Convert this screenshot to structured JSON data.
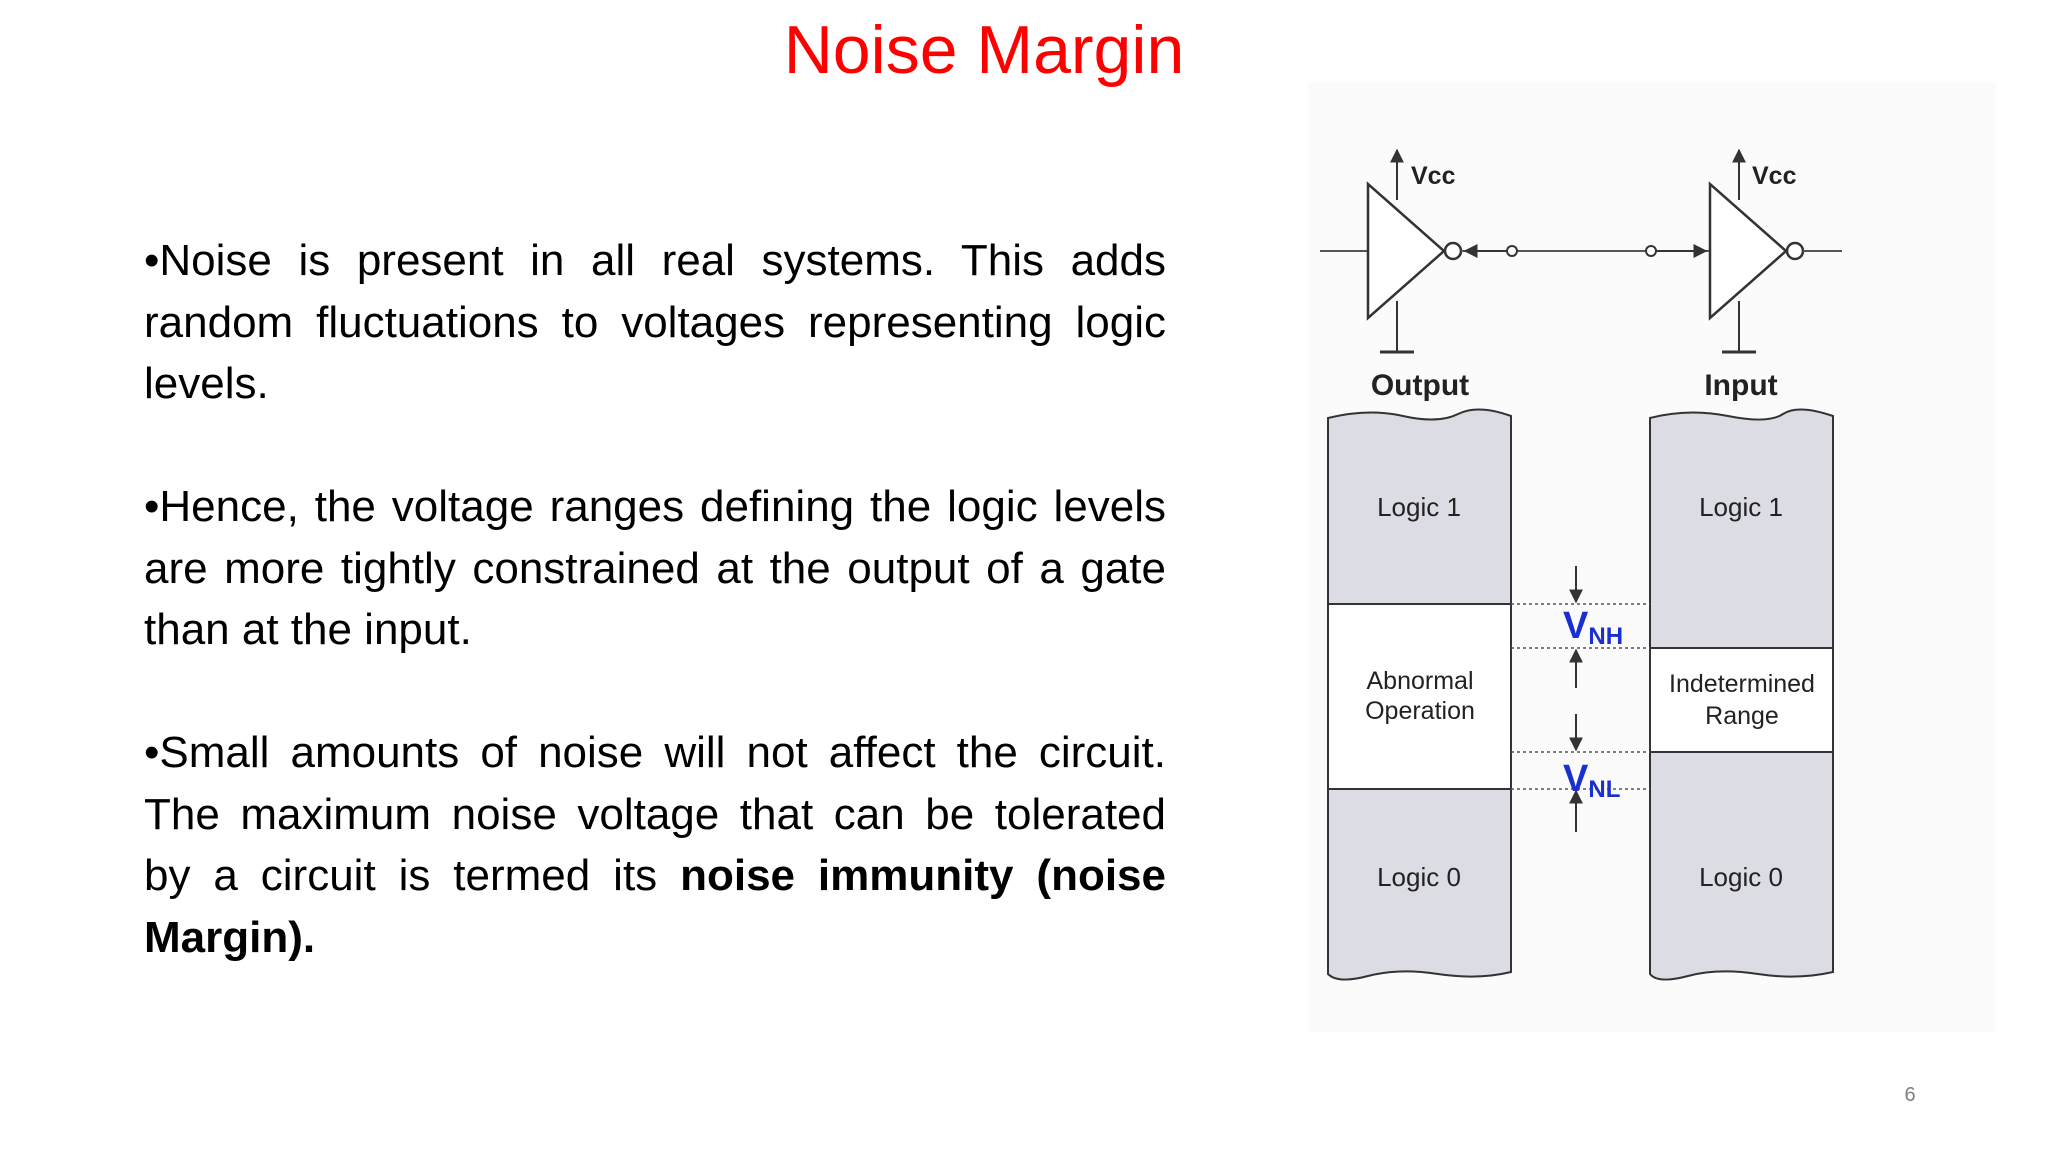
{
  "slide": {
    "title": "Noise Margin",
    "bullets": [
      {
        "text": "•Noise is present in all real systems. This adds random fluctuations to voltages representing logic levels."
      },
      {
        "text": "•Hence, the voltage ranges defining the logic levels are more tightly constrained at the output of a gate than at the input."
      },
      {
        "text": "•Small amounts of noise will not affect the circuit. The maximum noise voltage that can be tolerated by a circuit is termed its ",
        "bold": "noise immunity (noise Margin)."
      }
    ],
    "page_number": "6"
  },
  "diagram": {
    "supply_label_left": "Vcc",
    "supply_label_right": "Vcc",
    "output_column": {
      "heading": "Output",
      "logic_high": "Logic 1",
      "middle_line1": "Abnormal",
      "middle_line2": "Operation",
      "logic_low": "Logic 0"
    },
    "input_column": {
      "heading": "Input",
      "logic_high": "Logic 1",
      "middle_line1": "Indetermined",
      "middle_line2": "Range",
      "logic_low": "Logic 0"
    },
    "margin_high": {
      "main": "V",
      "sub": "NH"
    },
    "margin_low": {
      "main": "V",
      "sub": "NL"
    },
    "colors": {
      "title": "#ff0000",
      "band_fill": "#dcdce4",
      "margin_label": "#1a2fd0",
      "line": "#333333"
    }
  }
}
